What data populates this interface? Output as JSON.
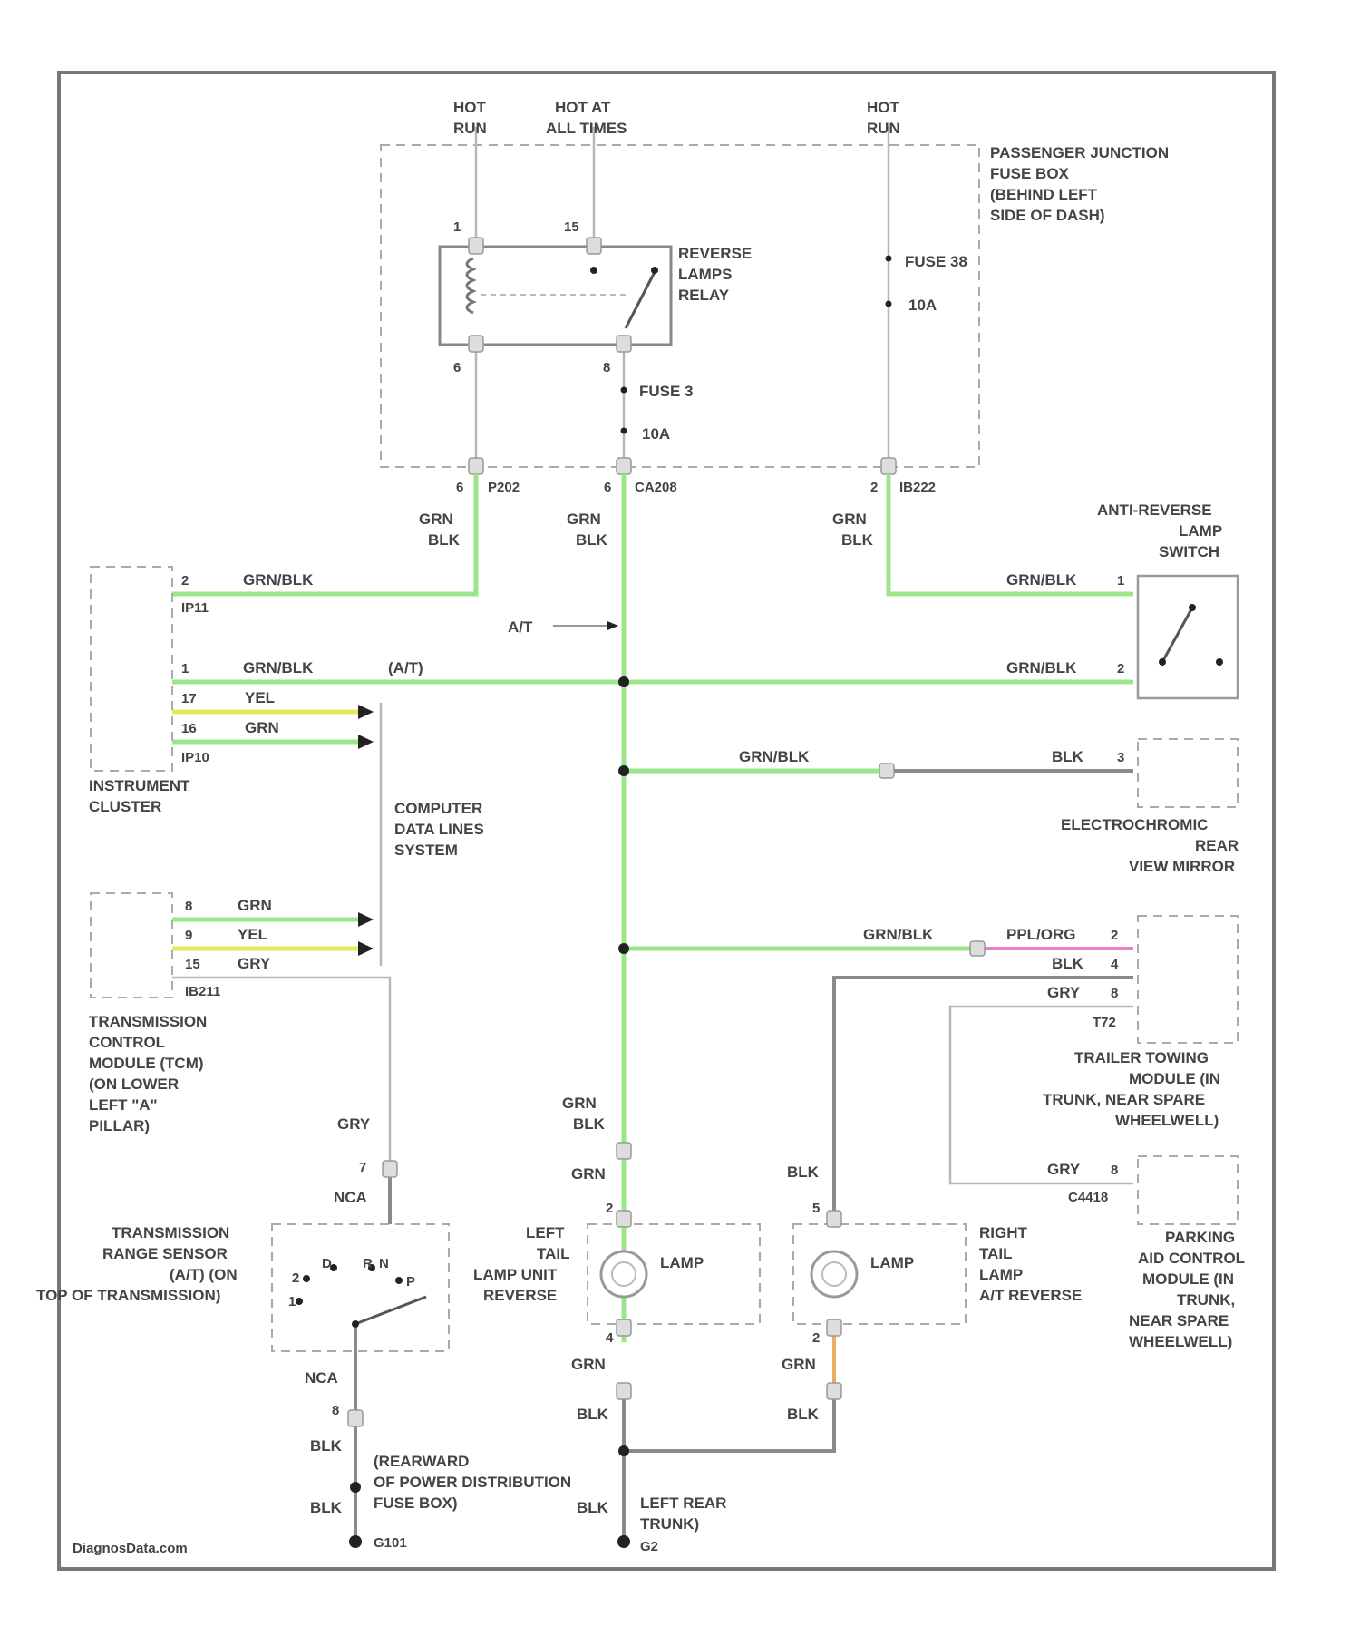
{
  "sources": {
    "hot_run_1": [
      "HOT",
      "RUN"
    ],
    "hot_at_all_times": [
      "HOT AT",
      "ALL TIMES"
    ],
    "hot_run_2": [
      "HOT",
      "RUN"
    ]
  },
  "junction_box": [
    "PASSENGER JUNCTION",
    "FUSE BOX",
    "(BEHIND LEFT",
    "SIDE OF DASH)"
  ],
  "relay": [
    "REVERSE",
    "LAMPS",
    "RELAY"
  ],
  "fuse_38": [
    "FUSE 38",
    "10A"
  ],
  "fuse_3": [
    "FUSE 3",
    "10A"
  ],
  "pins": {
    "relay_top_left": "1",
    "relay_top_right": "15",
    "relay_bottom_left": "6",
    "relay_bottom_right": "8",
    "junction_left": "6",
    "junction_left_conn": "P202",
    "junction_mid": "6",
    "junction_mid_conn": "CA208",
    "junction_right": "2",
    "junction_right_conn": "IB222"
  },
  "wire_colors": {
    "grn_blk": [
      "GRN",
      "BLK"
    ],
    "grnblk": "GRN/BLK",
    "at_note": "(A/T)",
    "yel": "YEL",
    "grn": "GRN",
    "gry": "GRY",
    "blk": "BLK",
    "ppl_org": "PPL/ORG",
    "nca": "NCA"
  },
  "instrument_cluster": {
    "label": [
      "INSTRUMENT",
      "CLUSTER"
    ],
    "pin_top": "2",
    "conn_top": "IP11",
    "pin_1": "1",
    "pin_17": "17",
    "pin_16": "16",
    "conn_bottom": "IP10"
  },
  "at_label": "A/T",
  "anti_reverse": {
    "label": [
      "ANTI-REVERSE",
      "LAMP",
      "SWITCH"
    ],
    "pin_1": "1",
    "pin_2": "2"
  },
  "mirror": {
    "label": [
      "ELECTROCHROMIC",
      "REAR",
      "VIEW MIRROR"
    ],
    "pin": "3"
  },
  "data_lines": [
    "COMPUTER",
    "DATA LINES",
    "SYSTEM"
  ],
  "tcm": {
    "label": [
      "TRANSMISSION",
      "CONTROL",
      "MODULE (TCM)",
      "(ON LOWER",
      "LEFT \"A\"",
      "PILLAR)"
    ],
    "pin_a": "8",
    "pin_b": "9",
    "pin_c": "15",
    "conn": "IB211"
  },
  "trailer": {
    "label": [
      "TRAILER TOWING",
      "MODULE (IN",
      "TRUNK, NEAR SPARE",
      "WHEELWELL)"
    ],
    "pin_a": "2",
    "pin_b": "4",
    "pin_c": "8",
    "conn": "T72"
  },
  "parking_aid": {
    "label": [
      "PARKING",
      "AID CONTROL",
      "MODULE (IN",
      "TRUNK,",
      "NEAR SPARE",
      "WHEELWELL)"
    ],
    "pin": "8",
    "conn": "C4418"
  },
  "range_sensor": {
    "label": [
      "TRANSMISSION",
      "RANGE SENSOR",
      "(A/T) (ON",
      "TOP OF TRANSMISSION)"
    ],
    "pin_top": "7",
    "pin_bottom": "8",
    "pos_r": "R",
    "pos_d": "D",
    "pos_2": "2",
    "pos_1": "1",
    "pos_n": "N",
    "pos_p": "P"
  },
  "left_lamp": {
    "label": [
      "LEFT",
      "TAIL",
      "LAMP UNIT",
      "REVERSE"
    ],
    "lamp": "LAMP",
    "pin_top": "2",
    "pin_bottom": "4"
  },
  "right_lamp": {
    "label": [
      "RIGHT",
      "TAIL",
      "LAMP",
      "A/T REVERSE"
    ],
    "lamp": "LAMP",
    "pin_top": "5",
    "pin_bottom": "2"
  },
  "grounds": {
    "left_note": [
      "(REARWARD",
      "OF POWER DISTRIBUTION",
      "FUSE BOX)"
    ],
    "left_id": "G101",
    "right_note": [
      "LEFT REAR",
      "TRUNK)"
    ],
    "right_id": "G2"
  },
  "watermark": "DiagnosData.com"
}
